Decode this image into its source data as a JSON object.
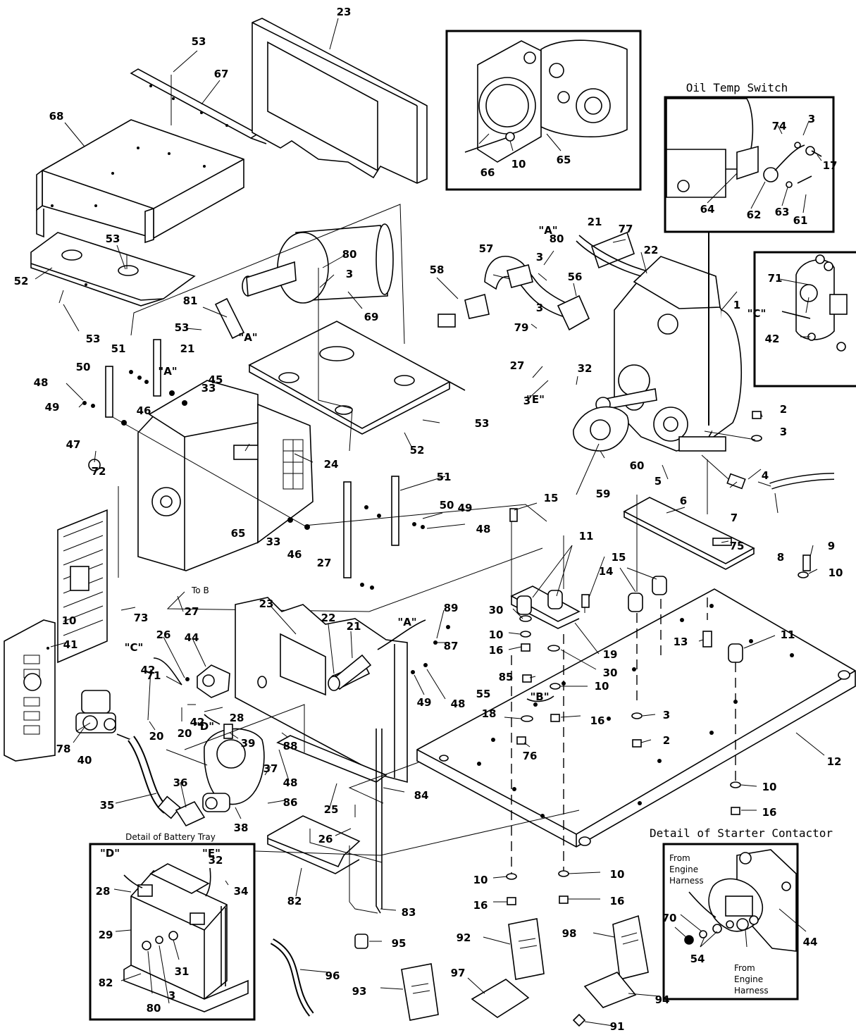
{
  "callouts": {
    "c53a": "53",
    "c67": "67",
    "c23a": "23",
    "c68": "68",
    "c53b": "53",
    "c52a": "52",
    "c53c": "53",
    "c80a": "80",
    "c3a": "3",
    "c69": "69",
    "c81": "81",
    "c53d": "53",
    "c21a": "21",
    "c45": "45",
    "c51a": "51",
    "c50a": "50",
    "c48a": "48",
    "c49a": "49",
    "c46a": "46",
    "c33a": "33",
    "c47": "47",
    "c24": "24",
    "c52b": "52",
    "c53e": "53",
    "c72": "72",
    "c10a": "10",
    "c65a": "65",
    "c33b": "33",
    "c46b": "46",
    "c27a": "27",
    "c51b": "51",
    "c50b": "50",
    "c49b": "49",
    "c48b": "48",
    "c73": "73",
    "c27b": "27",
    "c57": "57",
    "c58": "58",
    "c80b": "80",
    "c3b": "3",
    "c56": "56",
    "c3c": "3",
    "c79": "79",
    "c21b": "21",
    "c77": "77",
    "c22a": "22",
    "c1": "1",
    "c27c": "27",
    "c3d": "3",
    "c32a": "32",
    "c60": "60",
    "c59": "59",
    "c5": "5",
    "c2a": "2",
    "c3e": "3",
    "c4": "4",
    "c7": "7",
    "c8": "8",
    "c66": "66",
    "c10b": "10",
    "c65b": "65",
    "c3f": "3",
    "c74": "74",
    "c17": "17",
    "c64": "64",
    "c62": "62",
    "c63": "63",
    "c61": "61",
    "c71a": "71",
    "c42a": "42",
    "c6": "6",
    "c75": "75",
    "c9": "9",
    "c10c": "10",
    "c15a": "15",
    "c11a": "11",
    "c15b": "15",
    "c14": "14",
    "c30a": "30",
    "c10d": "10",
    "c16a": "16",
    "c19": "19",
    "c30b": "30",
    "c13": "13",
    "c11b": "11",
    "c85": "85",
    "c10e": "10",
    "c55": "55",
    "c16b": "16",
    "c18": "18",
    "c76": "76",
    "c3g": "3",
    "c2b": "2",
    "c12": "12",
    "c10f": "10",
    "c16c": "16",
    "c23b": "23",
    "c22b": "22",
    "c21c": "21",
    "c89": "89",
    "c87": "87",
    "c49c": "49",
    "c48c": "48",
    "c41": "41",
    "c26a": "26",
    "c44a": "44",
    "c71b": "71",
    "c42b": "42",
    "c28a": "28",
    "c20a": "20",
    "c20b": "20",
    "c42c": "42",
    "c39": "39",
    "c88": "88",
    "c78": "78",
    "c40": "40",
    "c48d": "48",
    "c37": "37",
    "c35": "35",
    "c36": "36",
    "c86": "86",
    "c38": "38",
    "c25": "25",
    "c84": "84",
    "c26b": "26",
    "c82a": "82",
    "c83": "83",
    "c10g": "10",
    "c16d": "16",
    "c10h": "10",
    "c16e": "16",
    "c28b": "28",
    "c32b": "32",
    "c34": "34",
    "c29": "29",
    "c31": "31",
    "c82b": "82",
    "c80c": "80",
    "c3h": "3",
    "c95": "95",
    "c96": "96",
    "c92": "92",
    "c98": "98",
    "c93": "93",
    "c97": "97",
    "c94": "94",
    "c91": "91",
    "c70": "70",
    "c54": "54",
    "c44b": "44"
  },
  "refs": {
    "A1": "\"A\"",
    "A2": "\"A\"",
    "A3": "\"A\"",
    "A4": "\"A\"",
    "B": "\"B\"",
    "C1": "\"C\"",
    "C2": "\"C\"",
    "D1": "\"D\"",
    "D2": "\"D\"",
    "E1": "\"E\"",
    "E2": "\"E\"",
    "toB": "To B"
  },
  "details": {
    "oil_temp_title": "Oil Temp Switch",
    "battery_title": "Detail of Battery Tray",
    "starter_title": "Detail of Starter Contactor",
    "from_engine_1": "From",
    "from_engine_1b": "Engine",
    "from_engine_1c": "Harness",
    "from_engine_2": "From",
    "from_engine_2b": "Engine",
    "from_engine_2c": "Harness"
  }
}
